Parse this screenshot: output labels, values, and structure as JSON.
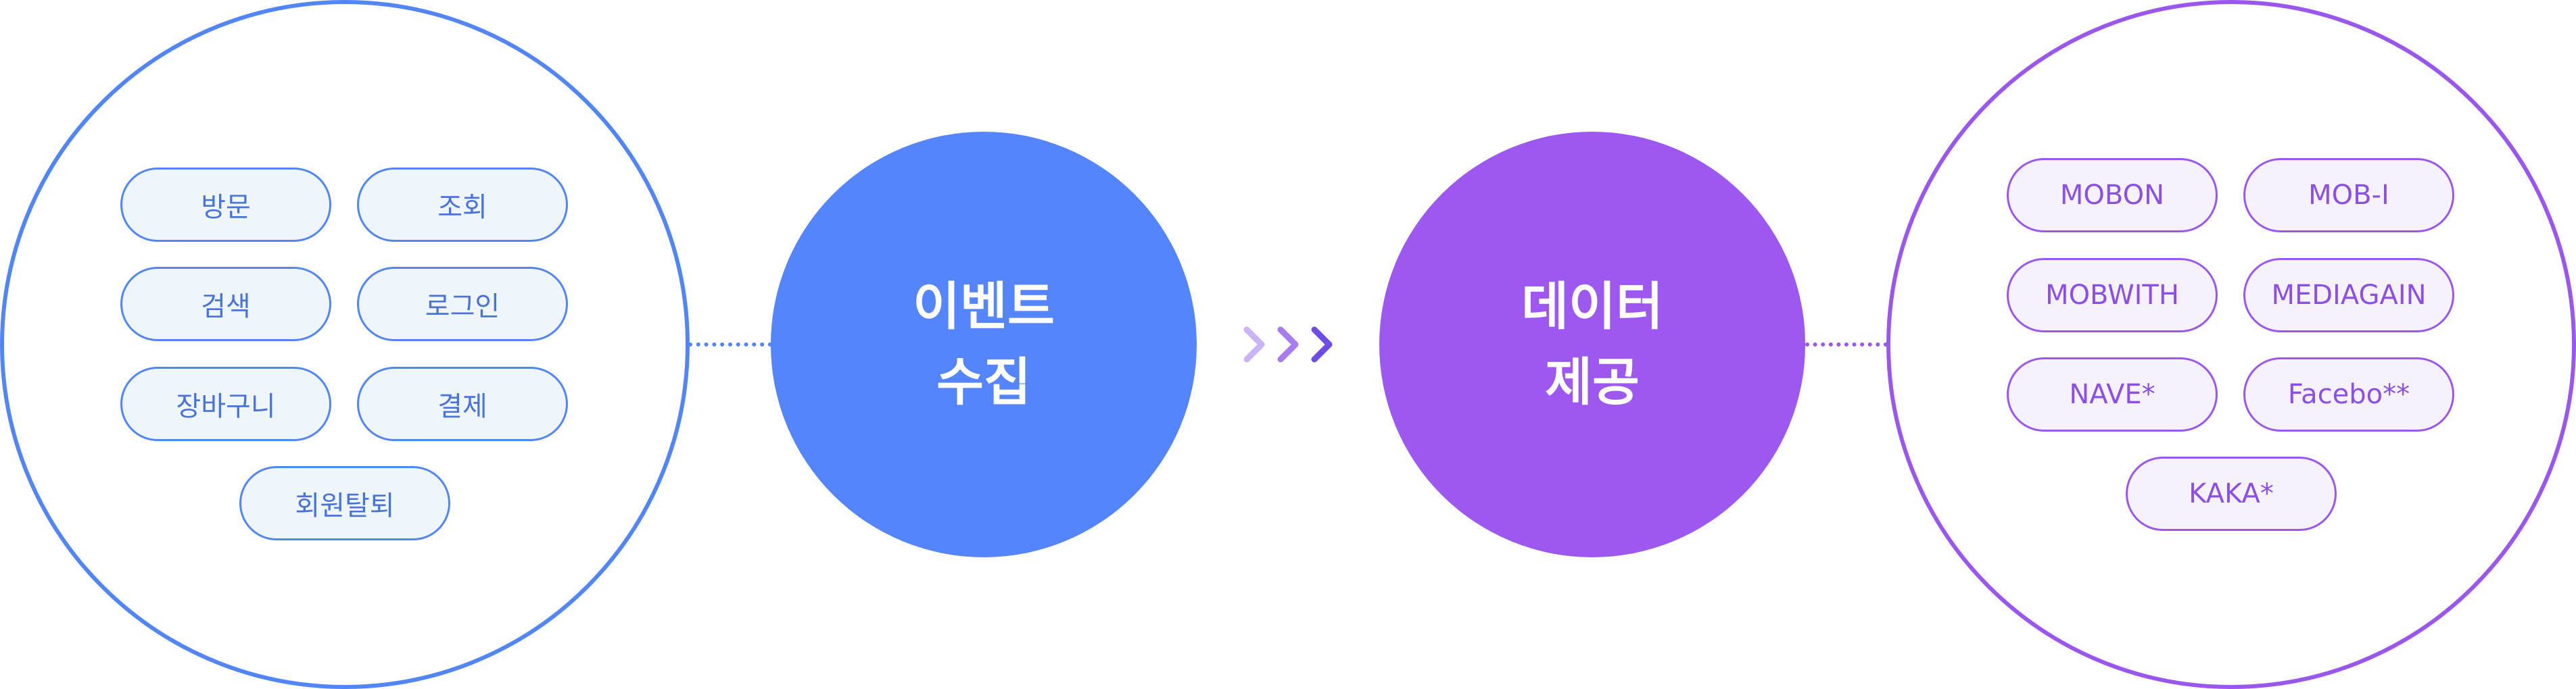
{
  "events": {
    "items": [
      "방문",
      "조회",
      "검색",
      "로그인",
      "장바구니",
      "결제",
      "회원탈퇴"
    ]
  },
  "collect": {
    "line1": "이벤트",
    "line2": "수집"
  },
  "provide": {
    "line1": "데이터",
    "line2": "제공"
  },
  "partners": {
    "items": [
      "MOBON",
      "MOB-I",
      "MOBWITH",
      "MEDIAGAIN",
      "NAVE*",
      "Facebo**",
      "KAKA*"
    ]
  },
  "colors": {
    "blue_accent": "#5285f6",
    "blue_fill": "#5585fd",
    "purple_accent": "#9a57ee",
    "purple_fill": "#9c58ef",
    "arrow_light": "#c9b4f7",
    "arrow_mid": "#a77cf2",
    "arrow_dark": "#6e4de6"
  },
  "icons": [
    "chevron-right-icon",
    "chevron-right-icon",
    "chevron-right-icon"
  ]
}
